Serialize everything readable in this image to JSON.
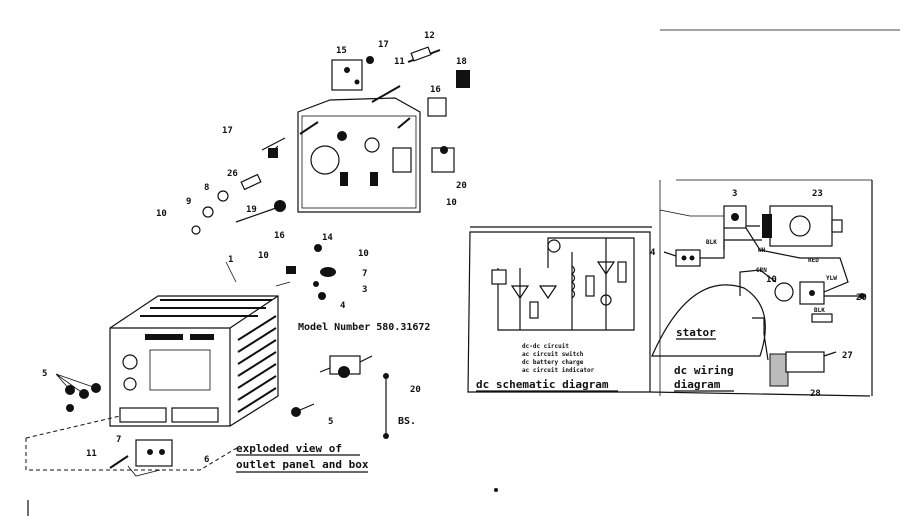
{
  "model_number": "Model Number 580.31672",
  "captions": {
    "exploded": [
      "exploded view of",
      "outlet panel and box"
    ],
    "schematic": "dc schematic diagram",
    "wiring": [
      "dc wiring",
      "diagram"
    ],
    "stator": "stator",
    "bs": "BS."
  },
  "schematic_legend": [
    "dc-dc  circuit",
    "ac  circuit   switch",
    "dc  battery   charge",
    "ac  circuit  indicator"
  ],
  "callouts": {
    "c15": "15",
    "c17a": "17",
    "c12": "12",
    "c11": "11",
    "c18": "18",
    "c16": "16",
    "c10top": "10",
    "c17b": "17",
    "c26": "26",
    "c8": "8",
    "c9": "9",
    "c10a": "10",
    "c19": "19",
    "c1": "1",
    "c16b": "16",
    "c14": "14",
    "c10b": "10",
    "c7": "7",
    "c3": "3",
    "c4": "4",
    "c5a": "5",
    "c11b": "11",
    "c7b": "7",
    "c6": "6",
    "c5b": "5",
    "c20": "20",
    "w3": "3",
    "w23": "23",
    "w4": "4",
    "w10": "10",
    "w20": "20",
    "w27": "27",
    "w28": "28"
  },
  "wire_labels": {
    "bk": "BLK",
    "bkb": "BLK",
    "wh": "WH",
    "red": "RED",
    "grn": "GRN",
    "ylw": "YLW"
  }
}
